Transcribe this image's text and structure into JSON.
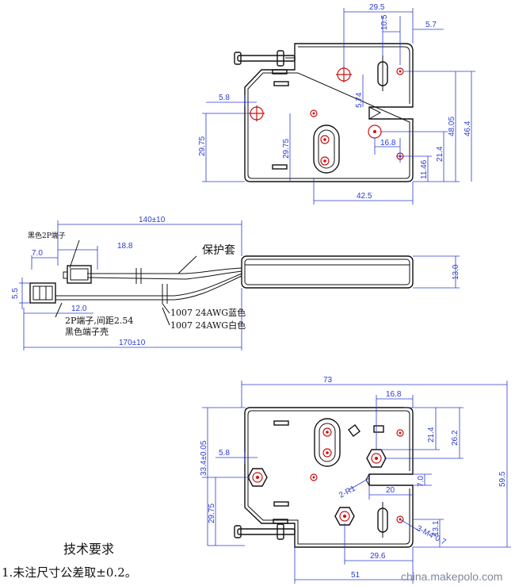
{
  "top_view": {
    "dims": {
      "d29_5": "29.5",
      "d10_5": "10.5",
      "d5_7": "5.7",
      "d5_8": "5.8",
      "d29_75_left": "29.75",
      "d29_75_inner": "29.75",
      "d5_74": "5.74",
      "d16_8": "16.8",
      "d11_46": "11.46",
      "d21_4": "21.4",
      "d48_05": "48.05",
      "d46_4": "46.4",
      "d42_5": "42.5"
    }
  },
  "cable_view": {
    "dims": {
      "d140": "140±10",
      "d18_8": "18.8",
      "d7_0": "7.0",
      "d5_5": "5.5",
      "d12_0": "12.0",
      "d170": "170±10",
      "d13_0": "13.0"
    },
    "labels": {
      "terminal_top": "黑色2P端子",
      "sleeve": "保护套",
      "terminal_spec_1": "2P端子,间距2.54",
      "terminal_spec_2": "黑色端子壳",
      "wire_blue": "1007 24AWG蓝色",
      "wire_white": "1007 24AWG白色"
    }
  },
  "bottom_view": {
    "dims": {
      "d73": "73",
      "d16_8": "16.8",
      "d21_4": "21.4",
      "d26_2": "26.2",
      "d59_5": "59.5",
      "d33_4": "33.4±0.05",
      "d5_8": "5.8",
      "d29_75": "29.75",
      "d7_0": "7.0",
      "d20": "20",
      "d2_r1": "2-R1",
      "d13_1": "13.1",
      "d3_m4": "3-M4*0.7",
      "d29_6": "29.6",
      "d51": "51"
    }
  },
  "notes": {
    "title": "技术要求",
    "item1": "1.未注尺寸公差取±0.2。"
  },
  "watermark": "china.makepolo.com"
}
